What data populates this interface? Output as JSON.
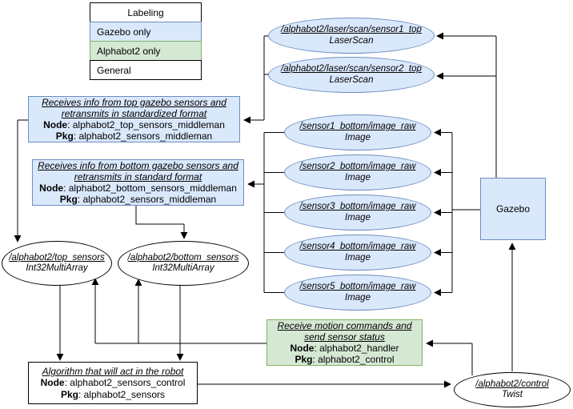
{
  "legend": {
    "title": "Labeling",
    "items": [
      {
        "label": "Gazebo only"
      },
      {
        "label": "Alphabot2 only"
      },
      {
        "label": "General"
      }
    ]
  },
  "topics": {
    "laser1": {
      "name": "/alphabot2/laser/scan/sensor1_top",
      "type": "LaserScan"
    },
    "laser2": {
      "name": "/alphabot2/laser/scan/sensor2_top",
      "type": "LaserScan"
    },
    "images": [
      {
        "name": "/sensor1_bottom/image_raw",
        "type": "Image"
      },
      {
        "name": "/sensor2_bottom/image_raw",
        "type": "Image"
      },
      {
        "name": "/sensor3_bottom/image_raw",
        "type": "Image"
      },
      {
        "name": "/sensor4_bottom/image_raw",
        "type": "Image"
      },
      {
        "name": "/sensor5_bottom/image_raw",
        "type": "Image"
      }
    ],
    "top_sensors": {
      "name": "/alphabot2/top_sensors",
      "type": "Int32MultiArray"
    },
    "bottom_sensors": {
      "name": "/alphabot2/bottom_sensors",
      "type": "Int32MultiArray"
    },
    "control": {
      "name": "/alphabot2/control",
      "type": "Twist"
    }
  },
  "nodes": {
    "gazebo": {
      "label": "Gazebo"
    },
    "top_middleman": {
      "description": "Receives info from top gazebo sensors and retransmits in standardized format",
      "node_label": "Node",
      "node": ": alphabot2_top_sensors_middleman",
      "pkg_label": "Pkg",
      "pkg": ": alphabot2_sensors_middleman"
    },
    "bottom_middleman": {
      "description": "Receives info from bottom gazebo sensors and retransmits in standard format",
      "node_label": "Node",
      "node": ": alphabot2_bottom_sensors_middleman",
      "pkg_label": "Pkg",
      "pkg": ": alphabot2_sensors_middleman"
    },
    "handler": {
      "description": "Receive motion commands and send sensor status",
      "node_label": "Node",
      "node": ": alphabot2_handler",
      "pkg_label": "Pkg",
      "pkg": ": alphabot2_control"
    },
    "algorithm": {
      "description": "Algorithm that will act in the robot",
      "node_label": "Node",
      "node": ": alphabot2_sensors_control",
      "pkg_label": "Pkg",
      "pkg": ": alphabot2_sensors"
    }
  },
  "colors": {
    "gazebo_only_fill": "#dae8fc",
    "gazebo_only_border": "#6c8ebf",
    "alphabot2_only_fill": "#d5e8d4",
    "alphabot2_only_border": "#82b366",
    "general_fill": "#ffffff",
    "general_border": "#000000"
  }
}
